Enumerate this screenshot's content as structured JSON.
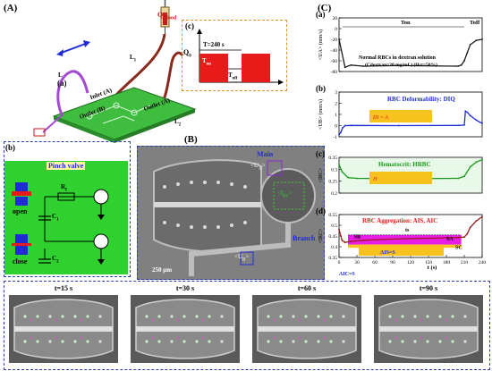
{
  "panel_labels": {
    "A": "(A)",
    "B": "(B)",
    "C": "(C)",
    "a": "(a)",
    "b": "(b)",
    "c": "(c)"
  },
  "chip": {
    "q_blood": "Q",
    "q_blood_sub": "Blood",
    "inlet": "Inlet (A)",
    "outlet_a": "Outlet (A)",
    "outlet_b": "Outlet (B)",
    "l_a1": "L",
    "l_a1_sub": "1",
    "l_a2": "L",
    "l_a2_sub": "2",
    "l_b": "L"
  },
  "inset_c": {
    "q0": "Q",
    "q0_sub": "0",
    "period": "T=240 s",
    "t_on": "T",
    "t_on_sub": "on",
    "t_off": "T",
    "t_off_sub": "off"
  },
  "pinch": {
    "title": "Pinch valve",
    "open": "open",
    "close": "close",
    "r": "R",
    "r_sub": "f",
    "c1": "C",
    "c1_sub": "1",
    "c2": "C",
    "c2_sub": "2"
  },
  "micrograph": {
    "main": "Main",
    "branch": "Branch",
    "ua": "<U",
    "ua_sub": "A",
    "uc": "<I",
    "uc_sub": "RC",
    "ub": "<U",
    "ub_sub": "B",
    "scale": "250 μm"
  },
  "time_labels": [
    "t=15 s",
    "t=30 s",
    "t=60 s",
    "t=90 s"
  ],
  "chart_data": [
    {
      "type": "line",
      "panel": "(a)",
      "ylabel": "<U",
      "ylabel_sub": "A",
      "ylabel_unit": "> (mm/s)",
      "ylim": [
        -80,
        20
      ],
      "yticks": [
        -80,
        -60,
        -40,
        -20,
        0,
        20
      ],
      "top_labels": {
        "on": "T",
        "on_sub": "on",
        "off": "T",
        "off_sub": "off"
      },
      "annotation": [
        "Normal RBCs in dextran solution",
        "(C",
        "dextran",
        "=20 mg/mL) (Hct=50%)"
      ],
      "series": [
        {
          "x": [
            0,
            10,
            20,
            40,
            100,
            200,
            205,
            210,
            215,
            220,
            230,
            240
          ],
          "values": [
            -20,
            -72,
            -68,
            -70,
            -69,
            -70,
            -68,
            -60,
            -45,
            -30,
            -22,
            -20
          ]
        }
      ]
    },
    {
      "type": "line",
      "panel": "(b)",
      "ylabel": "<U",
      "ylabel_sub": "B",
      "ylabel_unit": "> (mm/s)",
      "ylim": [
        -1.0,
        3.0
      ],
      "yticks": [
        -1.0,
        0.0,
        1.0,
        2.0,
        3.0
      ],
      "title": "RBC Deformability: DI",
      "title_sub": "Q",
      "formula": "DI = A",
      "series": [
        {
          "x": [
            0,
            3,
            6,
            10,
            20,
            100,
            200,
            210,
            212,
            215,
            220,
            230,
            240
          ],
          "values": [
            -0.8,
            -0.6,
            -0.2,
            0.0,
            0.02,
            0.0,
            0.02,
            0.05,
            1.3,
            1.2,
            0.9,
            0.5,
            0.2
          ]
        }
      ]
    },
    {
      "type": "line",
      "panel": "(c)",
      "ylabel": "<I",
      "ylabel_sub": "RC",
      "ylabel_unit": ">",
      "ylim": [
        0.2,
        0.35
      ],
      "yticks": [
        0.2,
        0.25,
        0.3,
        0.35
      ],
      "title": "Hematocrit: H",
      "title_sub": "RBC",
      "formula": "H",
      "series": [
        {
          "x": [
            0,
            5,
            15,
            30,
            100,
            200,
            210,
            220,
            230,
            240
          ],
          "values": [
            0.32,
            0.29,
            0.265,
            0.262,
            0.26,
            0.262,
            0.27,
            0.31,
            0.33,
            0.34
          ]
        }
      ]
    },
    {
      "type": "area",
      "panel": "(d)",
      "ylabel": "<I",
      "ylabel_sub": "RC",
      "ylabel_unit": ">",
      "xlabel": "t (s)",
      "ylim": [
        0.35,
        0.55
      ],
      "yticks": [
        0.35,
        0.4,
        0.45,
        0.5,
        0.55
      ],
      "xlim": [
        0,
        240
      ],
      "xticks": [
        0,
        30,
        60,
        90,
        120,
        150,
        180,
        210,
        240
      ],
      "title": "RBC Aggregation: AI",
      "title_sub1": "S",
      "title_mid": ", AI",
      "title_sub2": "C",
      "labels": {
        "ts": "t",
        "ts_sub": "s",
        "sa": "S",
        "sa_sub": "A",
        "sb": "S",
        "sb_sub": "B",
        "sc": "S",
        "sc_sub": "C"
      },
      "eq1": "AI",
      "eq1_sub": "S",
      "eq1_rest": "=S",
      "eq2": "AI",
      "eq2_sub": "C",
      "eq2_rest": "=S",
      "series": [
        {
          "x": [
            0,
            5,
            10,
            20,
            40,
            80,
            120,
            160,
            200,
            210,
            215,
            220,
            230,
            240
          ],
          "values": [
            0.48,
            0.43,
            0.42,
            0.425,
            0.43,
            0.435,
            0.438,
            0.44,
            0.443,
            0.445,
            0.46,
            0.49,
            0.52,
            0.54
          ]
        }
      ]
    }
  ],
  "colors": {
    "chip": "#3fbd3f",
    "tube": "#8a2a1e",
    "blue": "#1f2cd6",
    "red": "#e81a1a",
    "green_bg": "#2fd12f",
    "curve": "#1b1b1b",
    "magenta": "#e81ee8"
  }
}
